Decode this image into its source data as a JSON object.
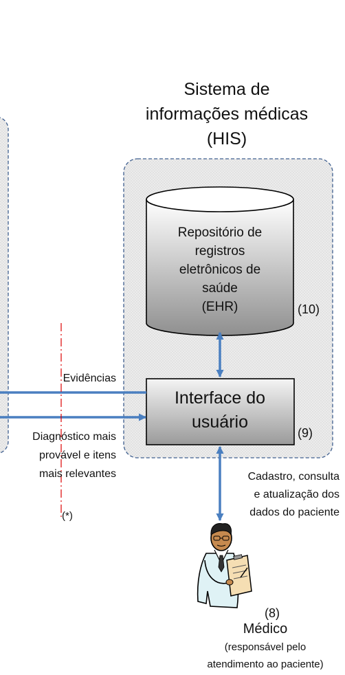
{
  "his": {
    "title_line1": "Sistema de",
    "title_line2": "informações médicas",
    "title_line3": "(HIS)"
  },
  "ehr": {
    "line1": "Repositório de",
    "line2": "registros",
    "line3": "eletrônicos de",
    "line4": "saúde",
    "line5": "(EHR)",
    "number": "(10)"
  },
  "ui_box": {
    "line1": "Interface do",
    "line2": "usuário",
    "number": "(9)"
  },
  "flows": {
    "evidence": "Evidências",
    "diagnosis_line1": "Diagnóstico mais",
    "diagnosis_line2": "provável e itens",
    "diagnosis_line3": "mais relevantes",
    "boundary_note": "(*)",
    "doctor_flow_line1": "Cadastro, consulta",
    "doctor_flow_line2": "e atualização  dos",
    "doctor_flow_line3": "dados do paciente"
  },
  "doctor": {
    "number": "(8)",
    "title": "Médico",
    "role_line1": "(responsável pelo",
    "role_line2": "atendimento ao paciente)"
  },
  "colors": {
    "arrow": "#4a7fc0",
    "dashed_border": "#3f5f8f",
    "region_fill": "#ececec",
    "boundary": "#dd0000"
  }
}
